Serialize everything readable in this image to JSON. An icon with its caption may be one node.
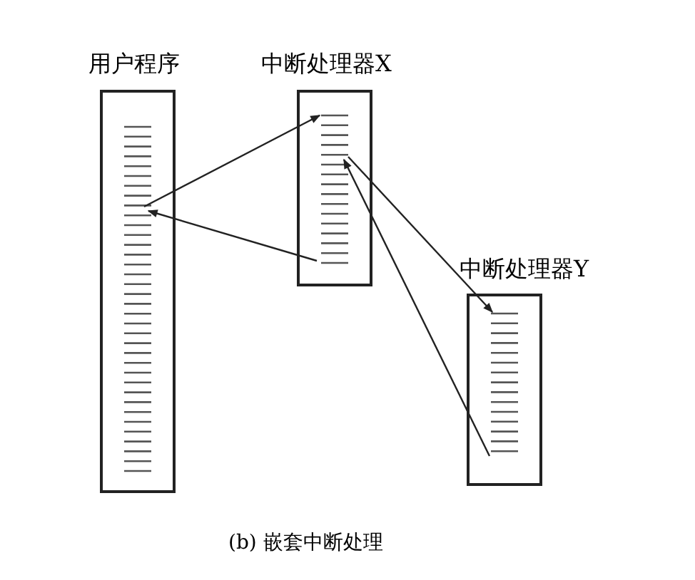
{
  "diagram": {
    "caption": "(b) 嵌套中断处理",
    "nodes": [
      {
        "text": [
          "用户程序"
        ]
      },
      {
        "text": [
          "中断处理器X"
        ]
      },
      {
        "text": [
          "中断处理器Y"
        ]
      }
    ],
    "edges": [
      {
        "from": 0,
        "to": 1,
        "arrow": "to"
      },
      {
        "from": 1,
        "to": 0,
        "arrow": "to"
      },
      {
        "from": 1,
        "to": 2,
        "arrow": "to"
      },
      {
        "from": 2,
        "to": 1,
        "arrow": "to"
      }
    ]
  }
}
